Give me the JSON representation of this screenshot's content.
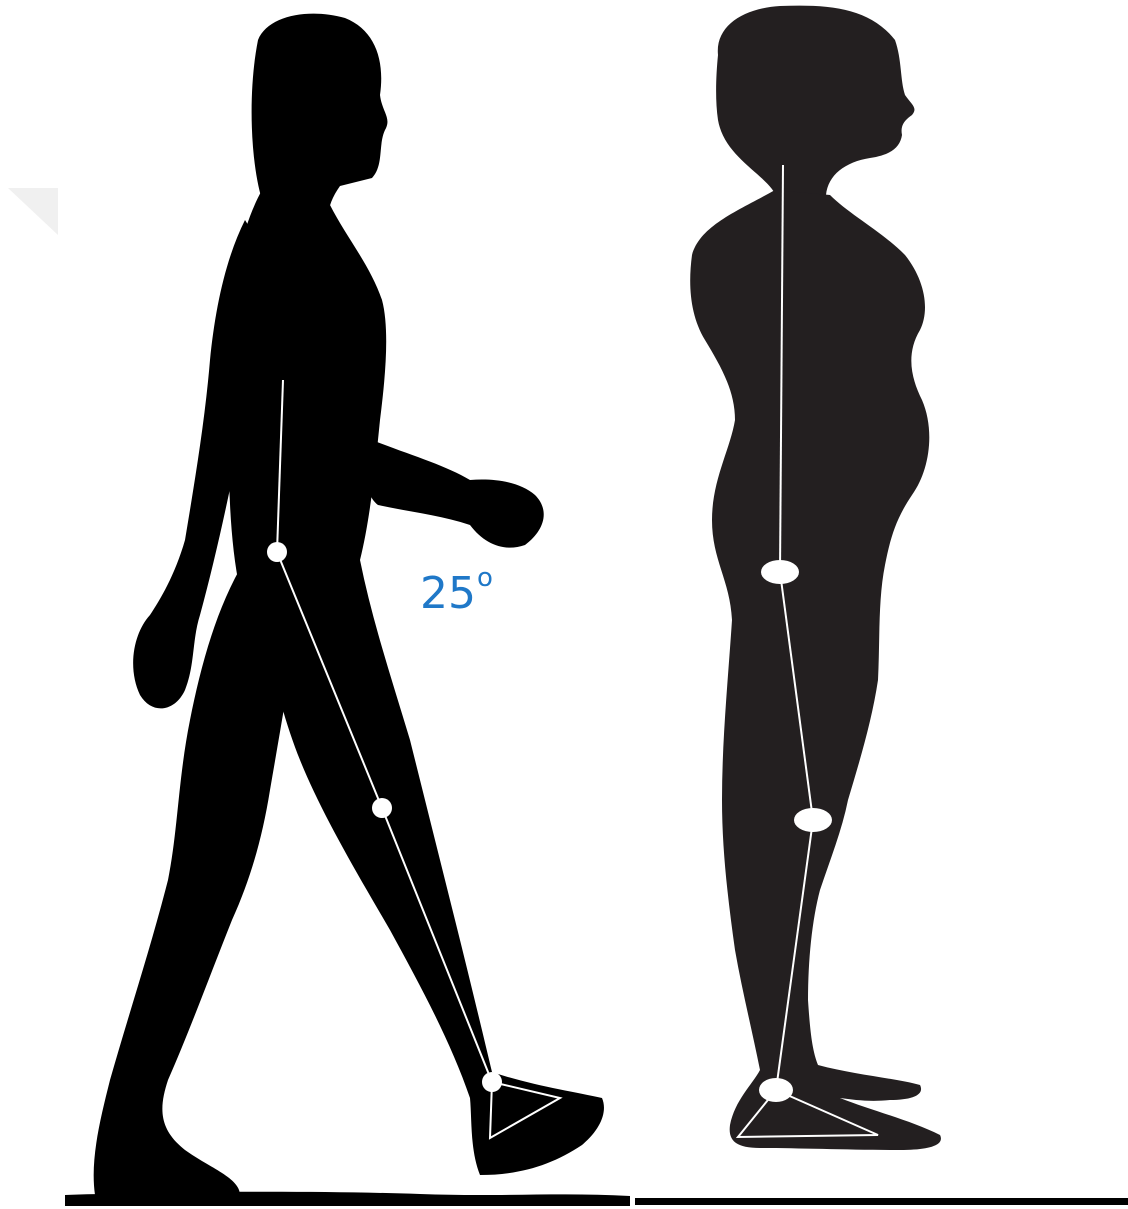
{
  "annotations": {
    "angle_value": "25",
    "angle_unit": "o"
  },
  "colors": {
    "walking_silhouette": "#000000",
    "standing_silhouette": "#231f20",
    "joint_lines": "#ffffff",
    "angle_text": "#1f78c8",
    "ground": "#000000",
    "background": "#ffffff"
  },
  "figures": [
    {
      "pose": "walking",
      "joints": [
        "hip",
        "knee",
        "ankle"
      ]
    },
    {
      "pose": "standing",
      "joints": [
        "hip",
        "knee",
        "ankle"
      ]
    }
  ]
}
